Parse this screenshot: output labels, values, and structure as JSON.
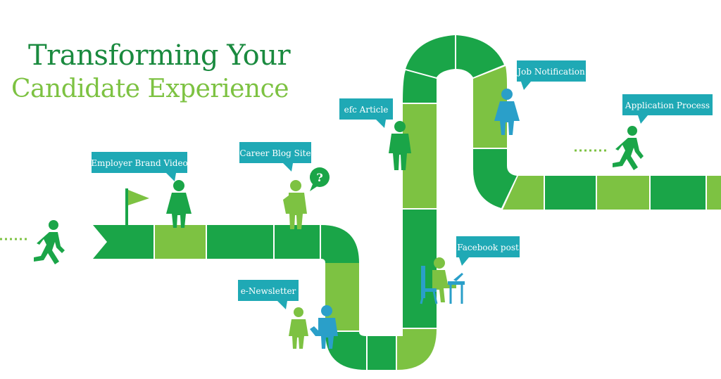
{
  "title": {
    "line1": "Transforming Your",
    "line2": "Candidate Experience"
  },
  "touchpoints": [
    {
      "label": "Employer Brand Video"
    },
    {
      "label": "Career Blog Site"
    },
    {
      "label": "e-Newsletter"
    },
    {
      "label": "efc Article"
    },
    {
      "label": "Facebook post"
    },
    {
      "label": "Job Notification"
    },
    {
      "label": "Application Process"
    }
  ],
  "question_mark": "?",
  "colors": {
    "dark_green": "#1aa548",
    "light_green": "#7dc242",
    "callout_teal": "#1fa9b5",
    "title_dark": "#1a8a3f",
    "title_light": "#7dc242",
    "person_blue": "#2a9fc9"
  }
}
